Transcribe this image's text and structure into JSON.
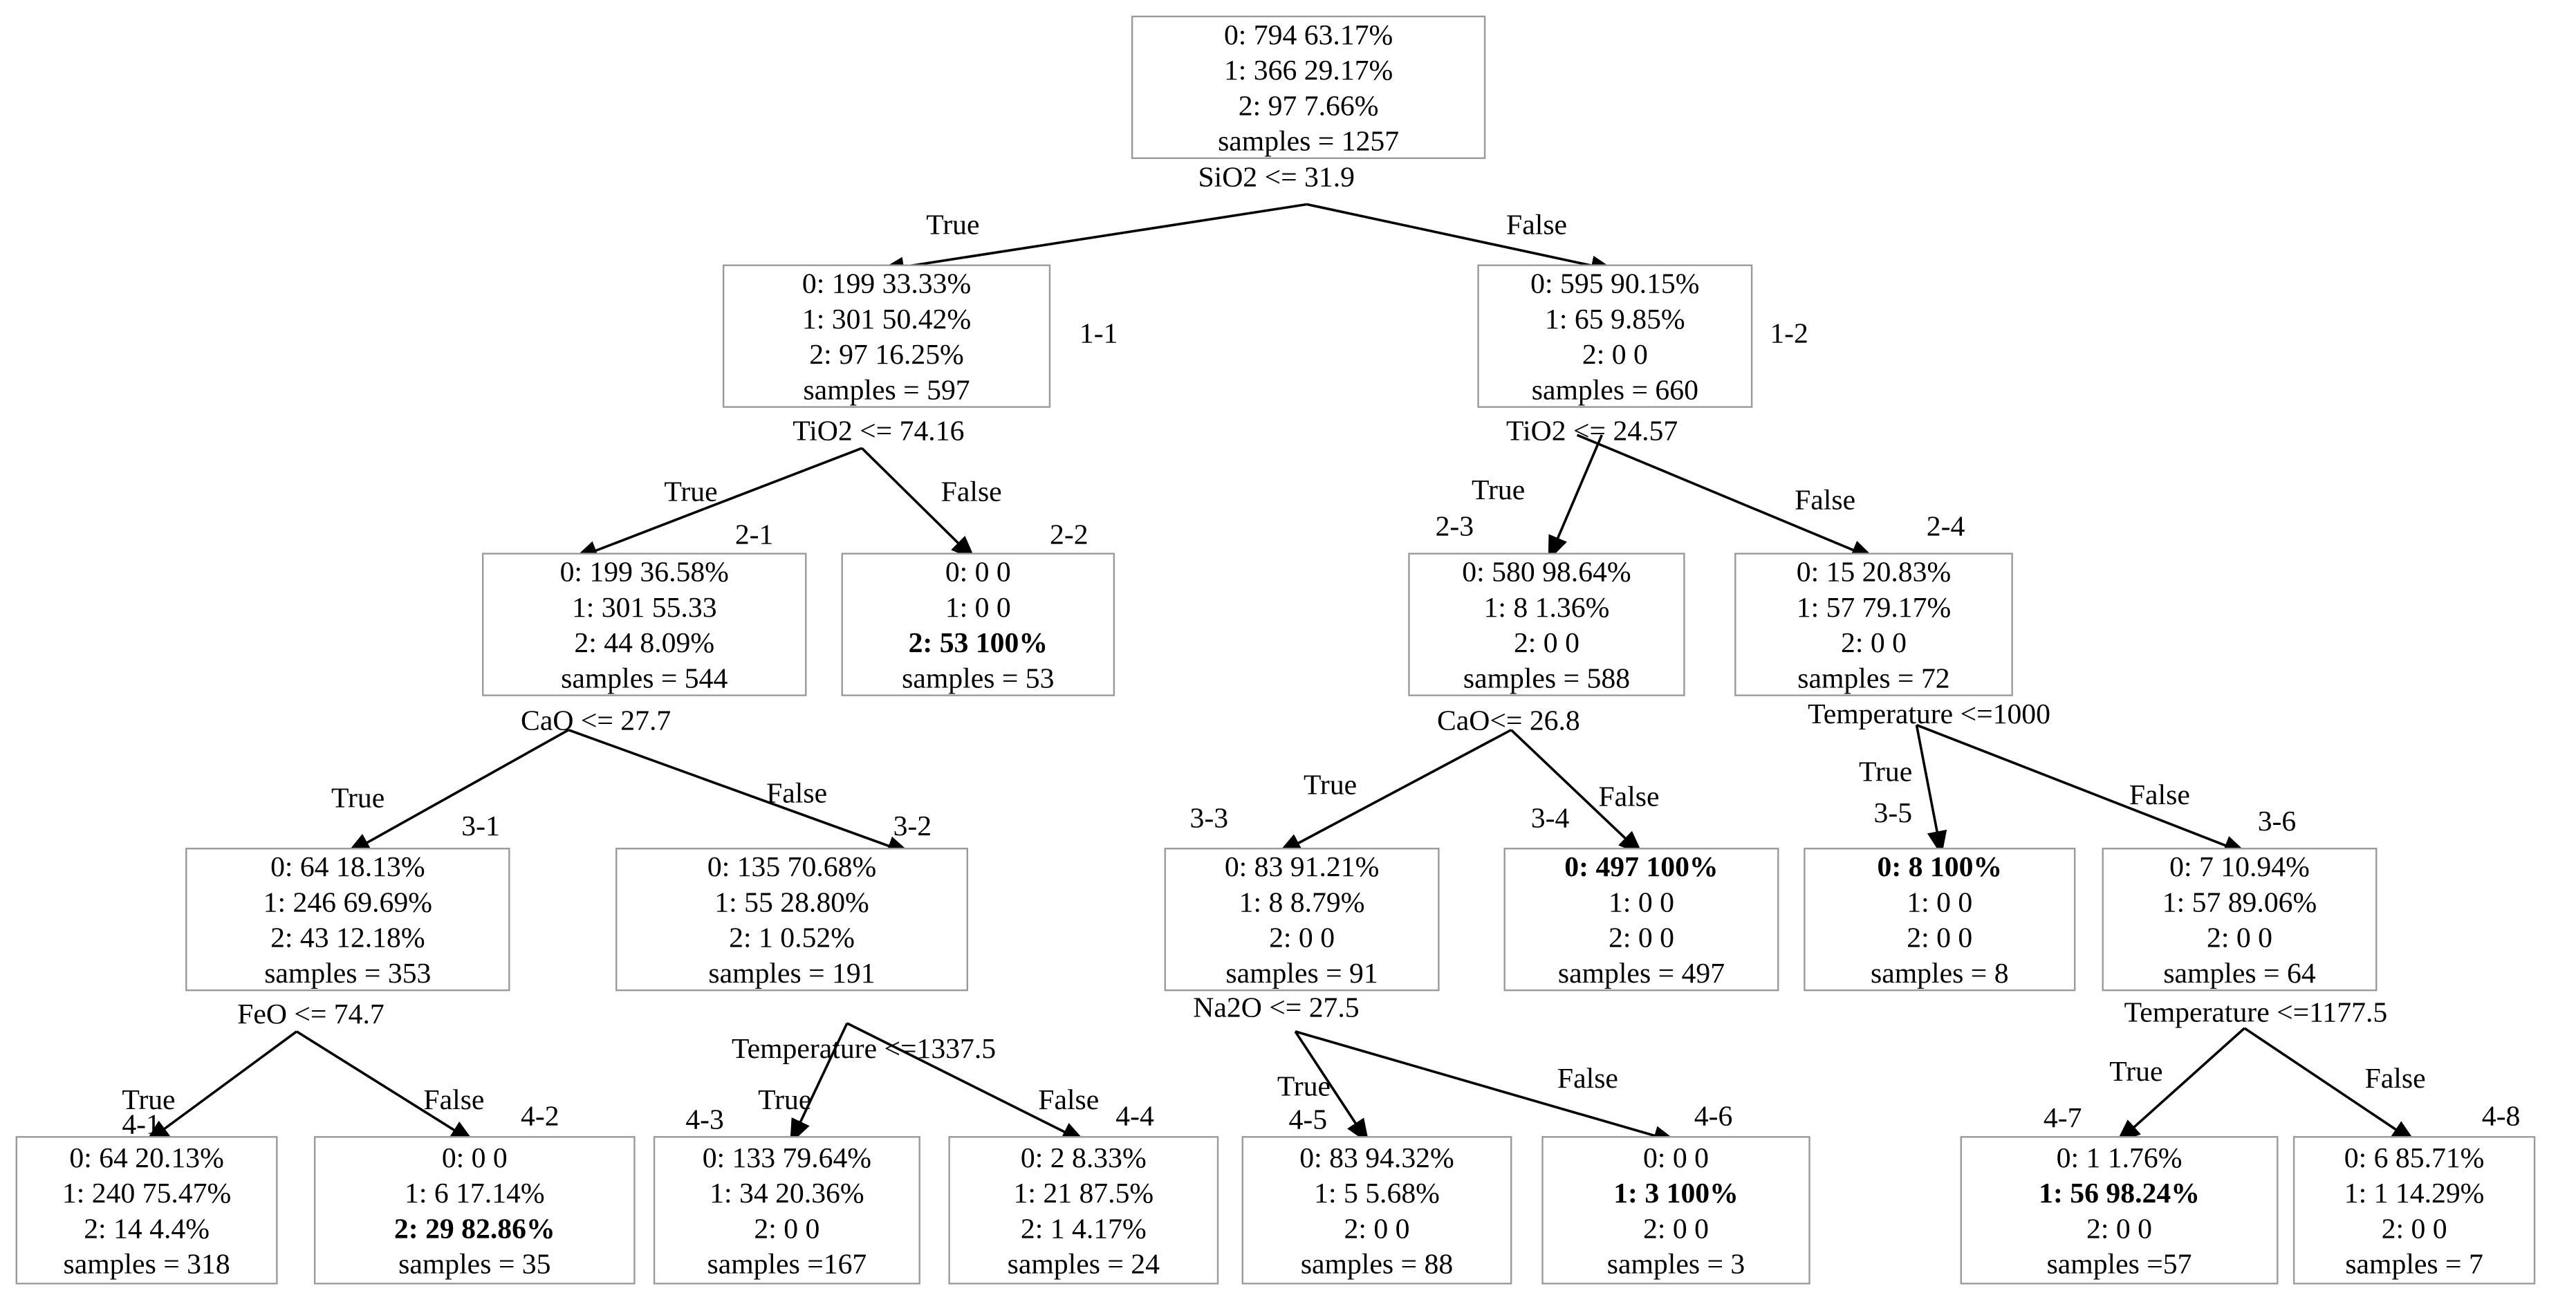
{
  "nodes": [
    {
      "id": "root",
      "label": "",
      "lines": [
        {
          "text": "0:  794   63.17%",
          "bold": false
        },
        {
          "text": "1:  366   29.17%",
          "bold": false
        },
        {
          "text": "2: 97    7.66%",
          "bold": false
        },
        {
          "text": "samples = 1257",
          "bold": false
        }
      ],
      "split": "SiO2 <= 31.9"
    },
    {
      "id": "n1-1",
      "label": "1-1",
      "lines": [
        {
          "text": "0:  199   33.33%",
          "bold": false
        },
        {
          "text": "1:  301   50.42%",
          "bold": false
        },
        {
          "text": "2: 97   16.25%",
          "bold": false
        },
        {
          "text": "samples = 597",
          "bold": false
        }
      ],
      "split": "TiO2 <= 74.16"
    },
    {
      "id": "n1-2",
      "label": "1-2",
      "lines": [
        {
          "text": "0:  595   90.15%",
          "bold": false
        },
        {
          "text": "1:  65    9.85%",
          "bold": false
        },
        {
          "text": "2: 0       0",
          "bold": false
        },
        {
          "text": "samples = 660",
          "bold": false
        }
      ],
      "split": "TiO2 <= 24.57"
    },
    {
      "id": "n2-1",
      "label": "2-1",
      "lines": [
        {
          "text": "0:  199   36.58%",
          "bold": false
        },
        {
          "text": "1:  301   55.33",
          "bold": false
        },
        {
          "text": "2: 44   8.09%",
          "bold": false
        },
        {
          "text": "samples = 544",
          "bold": false
        }
      ],
      "split": "CaO <= 27.7"
    },
    {
      "id": "n2-2",
      "label": "2-2",
      "lines": [
        {
          "text": "0:  0   0",
          "bold": false
        },
        {
          "text": "1:  0   0",
          "bold": false
        },
        {
          "text": "2: 53  100%",
          "bold": true
        },
        {
          "text": "samples = 53",
          "bold": false
        }
      ],
      "split": ""
    },
    {
      "id": "n2-3",
      "label": "2-3",
      "lines": [
        {
          "text": "0:  580   98.64%",
          "bold": false
        },
        {
          "text": "1:  8    1.36%",
          "bold": false
        },
        {
          "text": "2: 0     0",
          "bold": false
        },
        {
          "text": "samples = 588",
          "bold": false
        }
      ],
      "split": "CaO<= 26.8"
    },
    {
      "id": "n2-4",
      "label": "2-4",
      "lines": [
        {
          "text": "0:  15   20.83%",
          "bold": false
        },
        {
          "text": "1:  57   79.17%",
          "bold": false
        },
        {
          "text": "2: 0       0",
          "bold": false
        },
        {
          "text": "samples = 72",
          "bold": false
        }
      ],
      "split": "Temperature <=1000"
    },
    {
      "id": "n3-1",
      "label": "3-1",
      "lines": [
        {
          "text": "0:  64   18.13%",
          "bold": false
        },
        {
          "text": "1:  246   69.69%",
          "bold": false
        },
        {
          "text": "2: 43   12.18%",
          "bold": false
        },
        {
          "text": "samples = 353",
          "bold": false
        }
      ],
      "split": "FeO <= 74.7"
    },
    {
      "id": "n3-2",
      "label": "3-2",
      "lines": [
        {
          "text": "0:  135   70.68%",
          "bold": false
        },
        {
          "text": "1: 55   28.80%",
          "bold": false
        },
        {
          "text": "2:  1    0.52%",
          "bold": false
        },
        {
          "text": "samples = 191",
          "bold": false
        }
      ],
      "split": "Temperature <=1337.5"
    },
    {
      "id": "n3-3",
      "label": "3-3",
      "lines": [
        {
          "text": "0:  83   91.21%",
          "bold": false
        },
        {
          "text": "1: 8    8.79%",
          "bold": false
        },
        {
          "text": "2: 0      0",
          "bold": false
        },
        {
          "text": "samples = 91",
          "bold": false
        }
      ],
      "split": "Na2O <= 27.5"
    },
    {
      "id": "n3-4",
      "label": "3-4",
      "lines": [
        {
          "text": "0:  497    100%",
          "bold": true
        },
        {
          "text": "1:  0      0",
          "bold": false
        },
        {
          "text": "2: 0      0",
          "bold": false
        },
        {
          "text": "samples = 497",
          "bold": false
        }
      ],
      "split": ""
    },
    {
      "id": "n3-5",
      "label": "3-5",
      "lines": [
        {
          "text": "0:  8   100%",
          "bold": true
        },
        {
          "text": "1:  0   0",
          "bold": false
        },
        {
          "text": "2: 0   0",
          "bold": false
        },
        {
          "text": "samples = 8",
          "bold": false
        }
      ],
      "split": ""
    },
    {
      "id": "n3-6",
      "label": "3-6",
      "lines": [
        {
          "text": "0:  7    10.94%",
          "bold": false
        },
        {
          "text": "1: 57   89.06%",
          "bold": false
        },
        {
          "text": "2: 0       0",
          "bold": false
        },
        {
          "text": "samples = 64",
          "bold": false
        }
      ],
      "split": "Temperature <=1177.5"
    },
    {
      "id": "n4-1",
      "label": "4-1",
      "lines": [
        {
          "text": "0:  64   20.13%",
          "bold": false
        },
        {
          "text": "1:  240   75.47%",
          "bold": false
        },
        {
          "text": "2: 14    4.4%",
          "bold": false
        },
        {
          "text": "samples = 318",
          "bold": false
        }
      ],
      "split": ""
    },
    {
      "id": "n4-2",
      "label": "4-2",
      "lines": [
        {
          "text": "0:  0    0",
          "bold": false
        },
        {
          "text": "1:  6   17.14%",
          "bold": false
        },
        {
          "text": "2: 29   82.86%",
          "bold": true
        },
        {
          "text": "samples = 35",
          "bold": false
        }
      ],
      "split": ""
    },
    {
      "id": "n4-3",
      "label": "4-3",
      "lines": [
        {
          "text": "0:  133   79.64%",
          "bold": false
        },
        {
          "text": "1: 34     20.36%",
          "bold": false
        },
        {
          "text": "2: 0        0",
          "bold": false
        },
        {
          "text": "samples =167",
          "bold": false
        }
      ],
      "split": ""
    },
    {
      "id": "n4-4",
      "label": "4-4",
      "lines": [
        {
          "text": "0:  2    8.33%",
          "bold": false
        },
        {
          "text": "1:  21   87.5%",
          "bold": false
        },
        {
          "text": "2:  1    4.17%",
          "bold": false
        },
        {
          "text": "samples = 24",
          "bold": false
        }
      ],
      "split": ""
    },
    {
      "id": "n4-5",
      "label": "4-5",
      "lines": [
        {
          "text": "0:  83   94.32%",
          "bold": false
        },
        {
          "text": "1:  5    5.68%",
          "bold": false
        },
        {
          "text": "2: 0       0",
          "bold": false
        },
        {
          "text": "samples = 88",
          "bold": false
        }
      ],
      "split": ""
    },
    {
      "id": "n4-6",
      "label": "4-6",
      "lines": [
        {
          "text": "0:  0  0",
          "bold": false
        },
        {
          "text": "1: 3    100%",
          "bold": true
        },
        {
          "text": "2: 0  0",
          "bold": false
        },
        {
          "text": "samples = 3",
          "bold": false
        }
      ],
      "split": ""
    },
    {
      "id": "n4-7",
      "label": "4-7",
      "lines": [
        {
          "text": "0:  1   1.76%",
          "bold": false
        },
        {
          "text": "1: 56   98.24%",
          "bold": true
        },
        {
          "text": "2: 0    0",
          "bold": false
        },
        {
          "text": "samples =57",
          "bold": false
        }
      ],
      "split": ""
    },
    {
      "id": "n4-8",
      "label": "4-8",
      "lines": [
        {
          "text": "0:  6  85.71%",
          "bold": false
        },
        {
          "text": "1: 1   14.29%",
          "bold": false
        },
        {
          "text": "2: 0     0",
          "bold": false
        },
        {
          "text": "samples = 7",
          "bold": false
        }
      ],
      "split": ""
    }
  ],
  "edges": [
    {
      "from": "root",
      "to": "n1-1",
      "label": "True"
    },
    {
      "from": "root",
      "to": "n1-2",
      "label": "False"
    },
    {
      "from": "n1-1",
      "to": "n2-1",
      "label": "True"
    },
    {
      "from": "n1-1",
      "to": "n2-2",
      "label": "False"
    },
    {
      "from": "n1-2",
      "to": "n2-3",
      "label": "True"
    },
    {
      "from": "n1-2",
      "to": "n2-4",
      "label": "False"
    },
    {
      "from": "n2-1",
      "to": "n3-1",
      "label": "True"
    },
    {
      "from": "n2-1",
      "to": "n3-2",
      "label": "False"
    },
    {
      "from": "n2-3",
      "to": "n3-3",
      "label": "True"
    },
    {
      "from": "n2-3",
      "to": "n3-4",
      "label": "False"
    },
    {
      "from": "n2-4",
      "to": "n3-5",
      "label": "True"
    },
    {
      "from": "n2-4",
      "to": "n3-6",
      "label": "False"
    },
    {
      "from": "n3-1",
      "to": "n4-1",
      "label": "True"
    },
    {
      "from": "n3-1",
      "to": "n4-2",
      "label": "False"
    },
    {
      "from": "n3-2",
      "to": "n4-3",
      "label": "True"
    },
    {
      "from": "n3-2",
      "to": "n4-4",
      "label": "False"
    },
    {
      "from": "n3-3",
      "to": "n4-5",
      "label": "True"
    },
    {
      "from": "n3-3",
      "to": "n4-6",
      "label": "False"
    },
    {
      "from": "n3-6",
      "to": "n4-7",
      "label": "True"
    },
    {
      "from": "n3-6",
      "to": "n4-8",
      "label": "False"
    }
  ]
}
